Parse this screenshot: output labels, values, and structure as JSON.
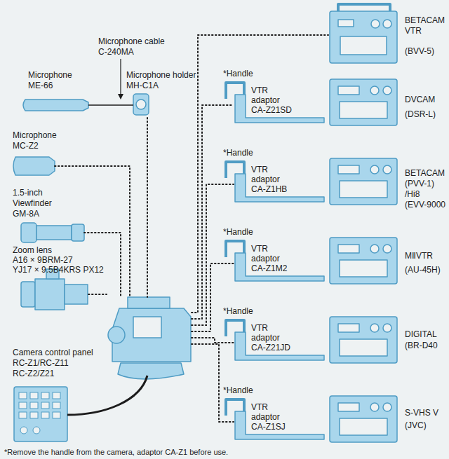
{
  "diagram": {
    "labels": [
      "BETACAM",
      "VTR",
      "(BVV-5)",
      "*Handle",
      "VTR",
      "adaptor",
      "CA-Z21SD",
      "DVCAM",
      "(DSR-L)",
      "*Handle",
      "VTR",
      "adaptor",
      "CA-Z1HB",
      "BETACAM",
      "(PVV-1)",
      "/Hi8",
      "(EVV-9000",
      "*Handle",
      "VTR",
      "adaptor",
      "CA-Z1M2",
      "MⅡVTR",
      "(AU-45H)",
      "*Handle",
      "VTR",
      "adaptor",
      "CA-Z21JD",
      "DIGITAL",
      "(BR-D40",
      "*Handle",
      "VTR",
      "adaptor",
      "CA-Z1SJ",
      "S-VHS V",
      "(JVC)",
      "Microphone cable",
      "C-240MA",
      "Microphone",
      "ME-66",
      "Microphone holder",
      "MH-C1A",
      "Microphone",
      "MC-Z2",
      "1.5-inch",
      "Viewfinder",
      "GM-8A",
      "Zoom lens",
      "A16 × 9BRM-27",
      "YJ17 × 9.5B4KRS PX12",
      "Camera control panel",
      "RC-Z1/RC-Z11",
      "RC-Z2/Z21",
      "*Remove the handle from the camera, adaptor CA-Z1 before use."
    ]
  }
}
